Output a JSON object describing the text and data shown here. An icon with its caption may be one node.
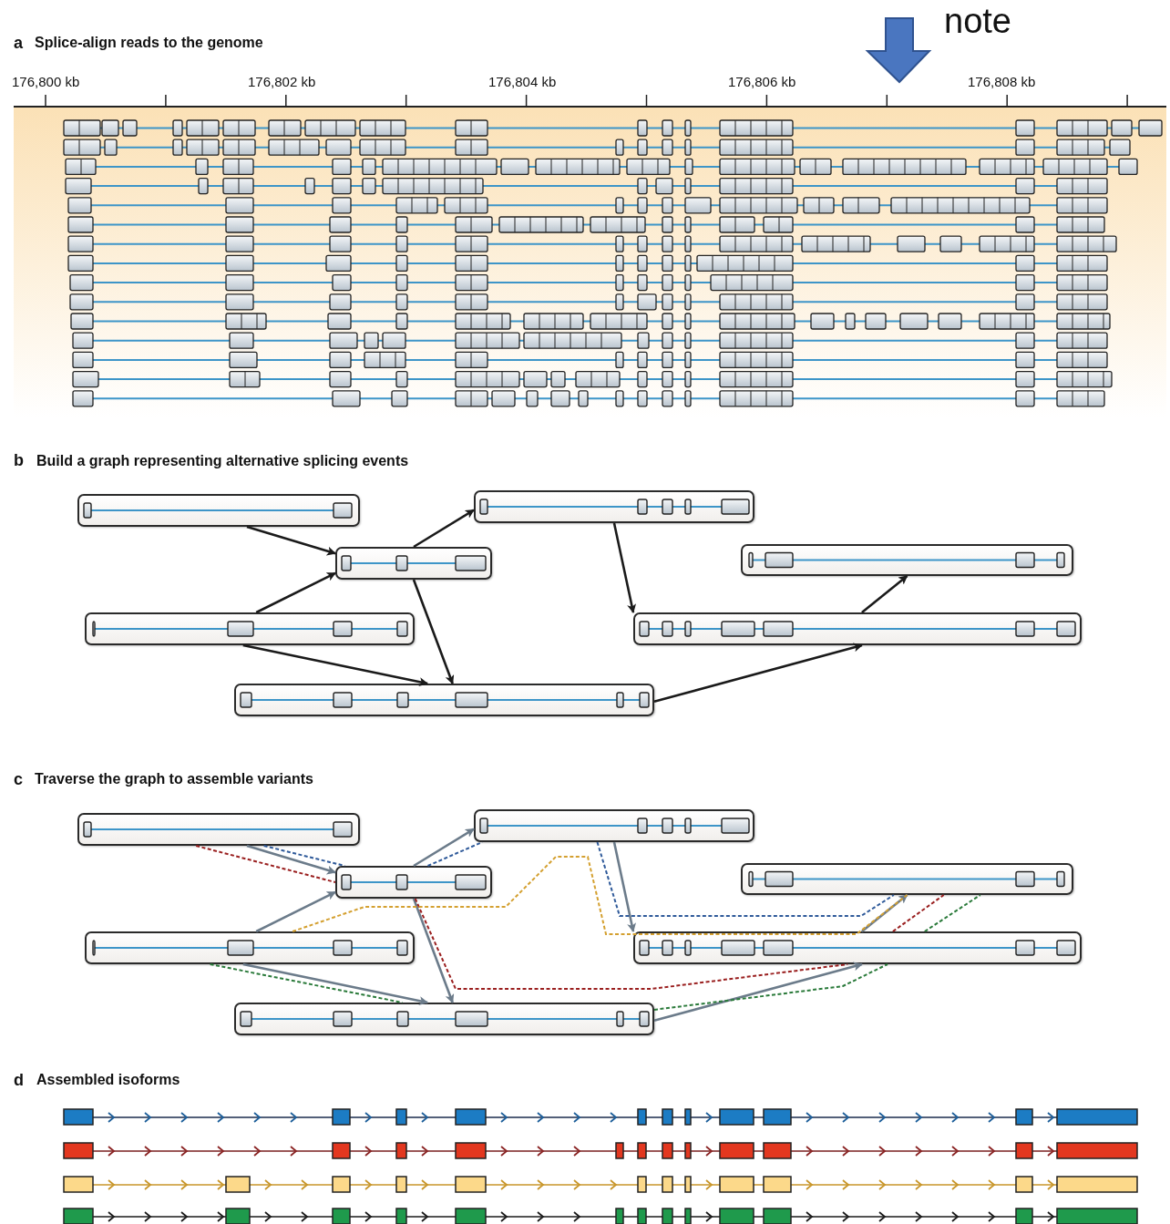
{
  "diagram": {
    "nodes": [
      {
        "text": [],
        "shape": "box"
      },
      {
        "text": [],
        "shape": "box"
      },
      {
        "text": [],
        "shape": "box"
      },
      {
        "text": [],
        "shape": "box"
      },
      {
        "text": [],
        "shape": "box"
      },
      {
        "text": [],
        "shape": "box"
      },
      {
        "text": [],
        "shape": "box"
      },
      {
        "text": [],
        "shape": "box"
      },
      {
        "text": [],
        "shape": "box"
      },
      {
        "text": [],
        "shape": "box"
      },
      {
        "text": [],
        "shape": "box"
      },
      {
        "text": [],
        "shape": "box"
      },
      {
        "text": [],
        "shape": "box"
      },
      {
        "text": [],
        "shape": "box"
      }
    ],
    "edges": [
      {
        "from": 0,
        "to": 2,
        "arrow": "to"
      },
      {
        "from": 4,
        "to": 2,
        "arrow": "to"
      },
      {
        "from": 2,
        "to": 1,
        "arrow": "to"
      },
      {
        "from": 2,
        "to": 6,
        "arrow": "to"
      },
      {
        "from": 4,
        "to": 6,
        "arrow": "to"
      },
      {
        "from": 1,
        "to": 5,
        "arrow": "to"
      },
      {
        "from": 5,
        "to": 3,
        "arrow": "to"
      },
      {
        "from": 6,
        "to": 5,
        "arrow": "to"
      },
      {
        "from": 7,
        "to": 9,
        "arrow": "to",
        "color": "#6b7b8a"
      },
      {
        "from": 11,
        "to": 9,
        "arrow": "to",
        "color": "#6b7b8a"
      },
      {
        "from": 9,
        "to": 8,
        "arrow": "to",
        "color": "#6b7b8a"
      },
      {
        "from": 9,
        "to": 13,
        "arrow": "to",
        "color": "#6b7b8a"
      },
      {
        "from": 11,
        "to": 13,
        "arrow": "to",
        "color": "#6b7b8a"
      },
      {
        "from": 8,
        "to": 12,
        "arrow": "to",
        "color": "#6b7b8a"
      },
      {
        "from": 12,
        "to": 10,
        "arrow": "to",
        "color": "#6b7b8a"
      },
      {
        "from": 13,
        "to": 12,
        "arrow": "to",
        "color": "#6b7b8a"
      },
      {
        "from": 7,
        "to": 9,
        "arrow": "none",
        "style": "dashed",
        "color": "#2f5a9a"
      },
      {
        "from": 9,
        "to": 8,
        "arrow": "none",
        "style": "dashed",
        "color": "#2f5a9a"
      },
      {
        "from": 8,
        "to": 10,
        "arrow": "none",
        "style": "dashed",
        "color": "#2f5a9a"
      },
      {
        "from": 7,
        "to": 9,
        "arrow": "none",
        "style": "dashed",
        "color": "#9a1f1f"
      },
      {
        "from": 9,
        "to": 12,
        "arrow": "none",
        "style": "dashed",
        "color": "#9a1f1f"
      },
      {
        "from": 11,
        "to": 10,
        "arrow": "none",
        "style": "dashed",
        "color": "#d4a030"
      },
      {
        "from": 11,
        "to": 13,
        "arrow": "none",
        "style": "dashed",
        "color": "#2a7a3a"
      },
      {
        "from": 13,
        "to": 12,
        "arrow": "none",
        "style": "dashed",
        "color": "#2a7a3a"
      },
      {
        "from": 12,
        "to": 10,
        "arrow": "none",
        "style": "dashed",
        "color": "#9a1f1f"
      },
      {
        "from": 12,
        "to": 10,
        "arrow": "none",
        "style": "dashed",
        "color": "#2a7a3a"
      }
    ],
    "labels": [
      "note",
      "a",
      "Splice-align reads to the genome",
      "176,800 kb",
      "176,802 kb",
      "176,804 kb",
      "176,806 kb",
      "176,808 kb",
      "b",
      "Build a graph representing alternative splicing events",
      "c",
      "Traverse the graph to assemble variants",
      "d",
      "Assembled isoforms"
    ]
  }
}
